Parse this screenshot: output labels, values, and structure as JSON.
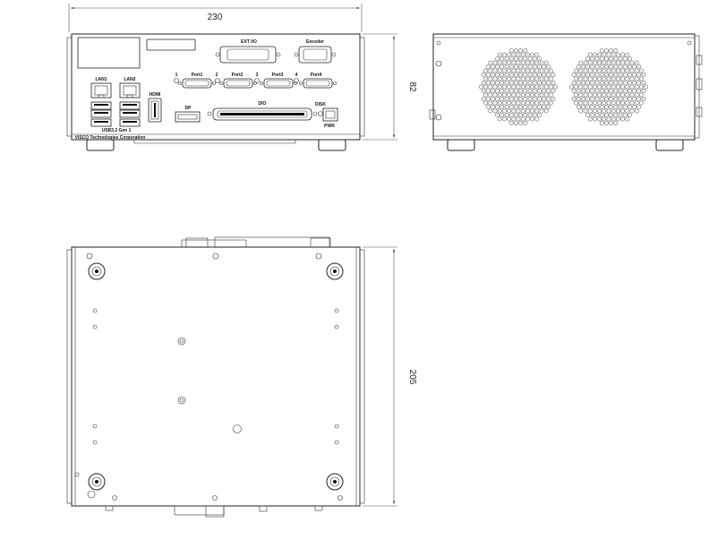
{
  "dimensions": {
    "width": "230",
    "height": "82",
    "depth": "205"
  },
  "front_panel": {
    "ext_io": "EXT I/O",
    "encoder": "Encoder",
    "port_numbers": [
      "1",
      "2",
      "3",
      "4"
    ],
    "ports": [
      "Port1",
      "Port2",
      "Port3",
      "Port4"
    ],
    "lan1": "LAN1",
    "lan2": "LAN2",
    "hdmi": "HDMI",
    "dp": "DP",
    "dio": "DIO",
    "disk": "DISK",
    "pwr": "PWR",
    "usb": "USB3.2 Gen 1",
    "company": "VISCO Technologies Corporation"
  }
}
